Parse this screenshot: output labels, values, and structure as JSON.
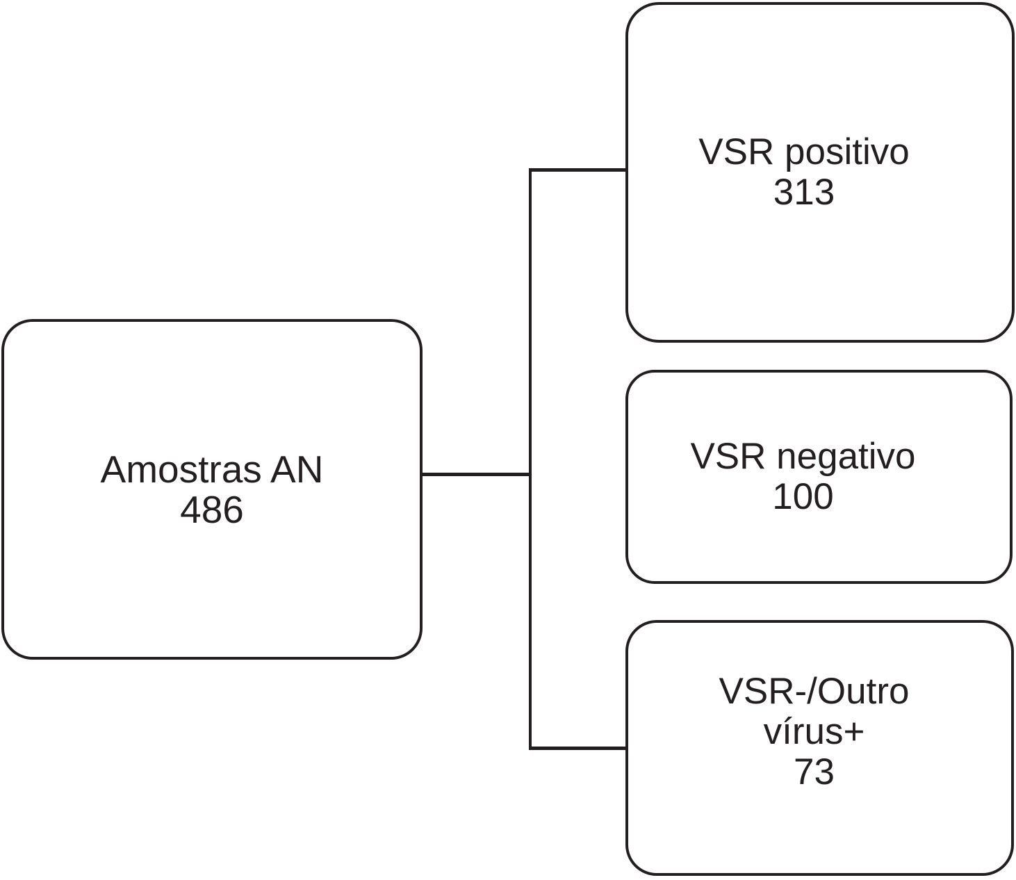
{
  "nodes": {
    "root": {
      "label": "Amostras AN",
      "value": "486"
    },
    "vsr_positivo": {
      "label": "VSR positivo",
      "value": "313"
    },
    "vsr_negativo": {
      "label": "VSR negativo",
      "value": "100"
    },
    "vsr_outro": {
      "label_line1": "VSR-/Outro",
      "label_line2": "vírus+",
      "value": "73"
    }
  },
  "colors": {
    "line": "#231f20",
    "text": "#231f20",
    "background": "#ffffff"
  }
}
